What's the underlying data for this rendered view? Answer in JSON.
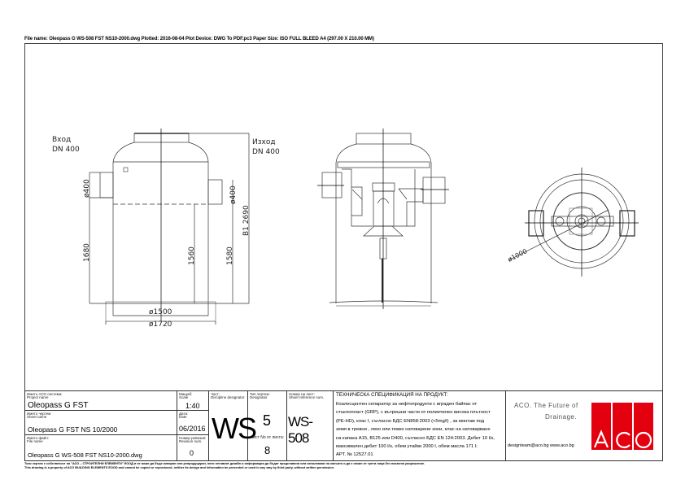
{
  "header": {
    "plot_info": "File name: Oleopass G WS-508 FST NS10-2000.dwg   Plotted: 2016-08-04   Plot Device: DWG To PDF.pc3   Paper Size: ISO FULL BLEED A4 (297.00 X 210.00 MM)"
  },
  "drawing": {
    "inlet_label": "Вход",
    "inlet_dn": "DN 400",
    "outlet_label": "Изход",
    "outlet_dn": "DN 400",
    "dim_inlet_dia": "ø400",
    "dim_outlet_dia": "ø400",
    "dim_inlet_height": "1680",
    "dim_1560": "1560",
    "dim_1580": "1580",
    "dim_total_height": "B1 2690",
    "dim_body_dia": "ø1500",
    "dim_base_dia": "ø1720",
    "dim_top_dia": "ø1000"
  },
  "title_block": {
    "project_label": "Името АСО система:",
    "project_label_en": "Project name",
    "project_name": "Oleopass G FST",
    "scale_label": "Мащаб:",
    "scale_label_en": "Scale",
    "scale": "1:40",
    "sheet_label": "Името чертеж:",
    "sheet_label_en": "Sheet name",
    "sheet_name": "Oleopass G FST NS 10/2000",
    "date_label": "Дата:",
    "date_label_en": "Date",
    "date": "06/2016",
    "file_label": "Името файл:",
    "file_label_en": "File name",
    "file_name": "Oleopass G WS-508 FST NS10-2000.dwg",
    "revision_label": "Номер ревизия:",
    "revision_label_en": "Revision num.",
    "revision": "0",
    "discipline_label": "Част:",
    "discipline_label_en": "Discipline designator",
    "discipline": "WS",
    "designator_label": "Тип чертеж:",
    "designator_label_en": "Designator",
    "designator": "5",
    "sheet_no_label": "Лист No от листа:",
    "sheet_no": "8",
    "sheet_ref_label": "Номер на лист:",
    "sheet_ref_label_en": "Sheet reference num.",
    "sheet_ref": "WS-508",
    "spec_title": "ТЕХНИЧЕСКА СПЕЦИФИКАЦИЯ НА ПРОДУКТ:",
    "spec_lines": [
      "Коалесцентен сепаратор за нефтопродукти с вграден байпас от",
      "стъклопласт (GRP), с вътрешни части от полиетилен висока плътност",
      "(PE-HD), клас I, съгласно БДС EN858:2003 (<5mg/l) , за монтаж под",
      "земя в тревни , леко или тежко натоварени зони, клас на натоварване",
      "на капака A15, B125 или D400, съгласно БДС EN 124:2003. Дебит 10 l/s,",
      "максимален дебит 100 l/s, обем утайки 2000 l, обем масла 171 l;",
      "АРТ. № 12527.01"
    ],
    "slogan_line1": "ACO. The Future of",
    "slogan_line2": "Drainage.",
    "contact": "designteam@aco.bg  www.aco.bg",
    "logo_text": "ACO"
  },
  "footer": {
    "line_bg": "Този чертеж е собственост на \"АСО – СТРОИТЕЛНИ ЕЛЕМЕНТИ\" ЕООД и не може да бъде копиран или репродуциран, нито неговият дизайн и информация да бъдат представяни или използвани по какъвто и да е начин от трети лица без писмено разрешение.",
    "line_en": "This drawing is a property of ACO BUILDING ELEMENTS EOOD and cannot be copied or reproduced, neither its design and information be presented or used in any way by third party, without written permission."
  },
  "colors": {
    "brand_red": "#e3000f"
  }
}
